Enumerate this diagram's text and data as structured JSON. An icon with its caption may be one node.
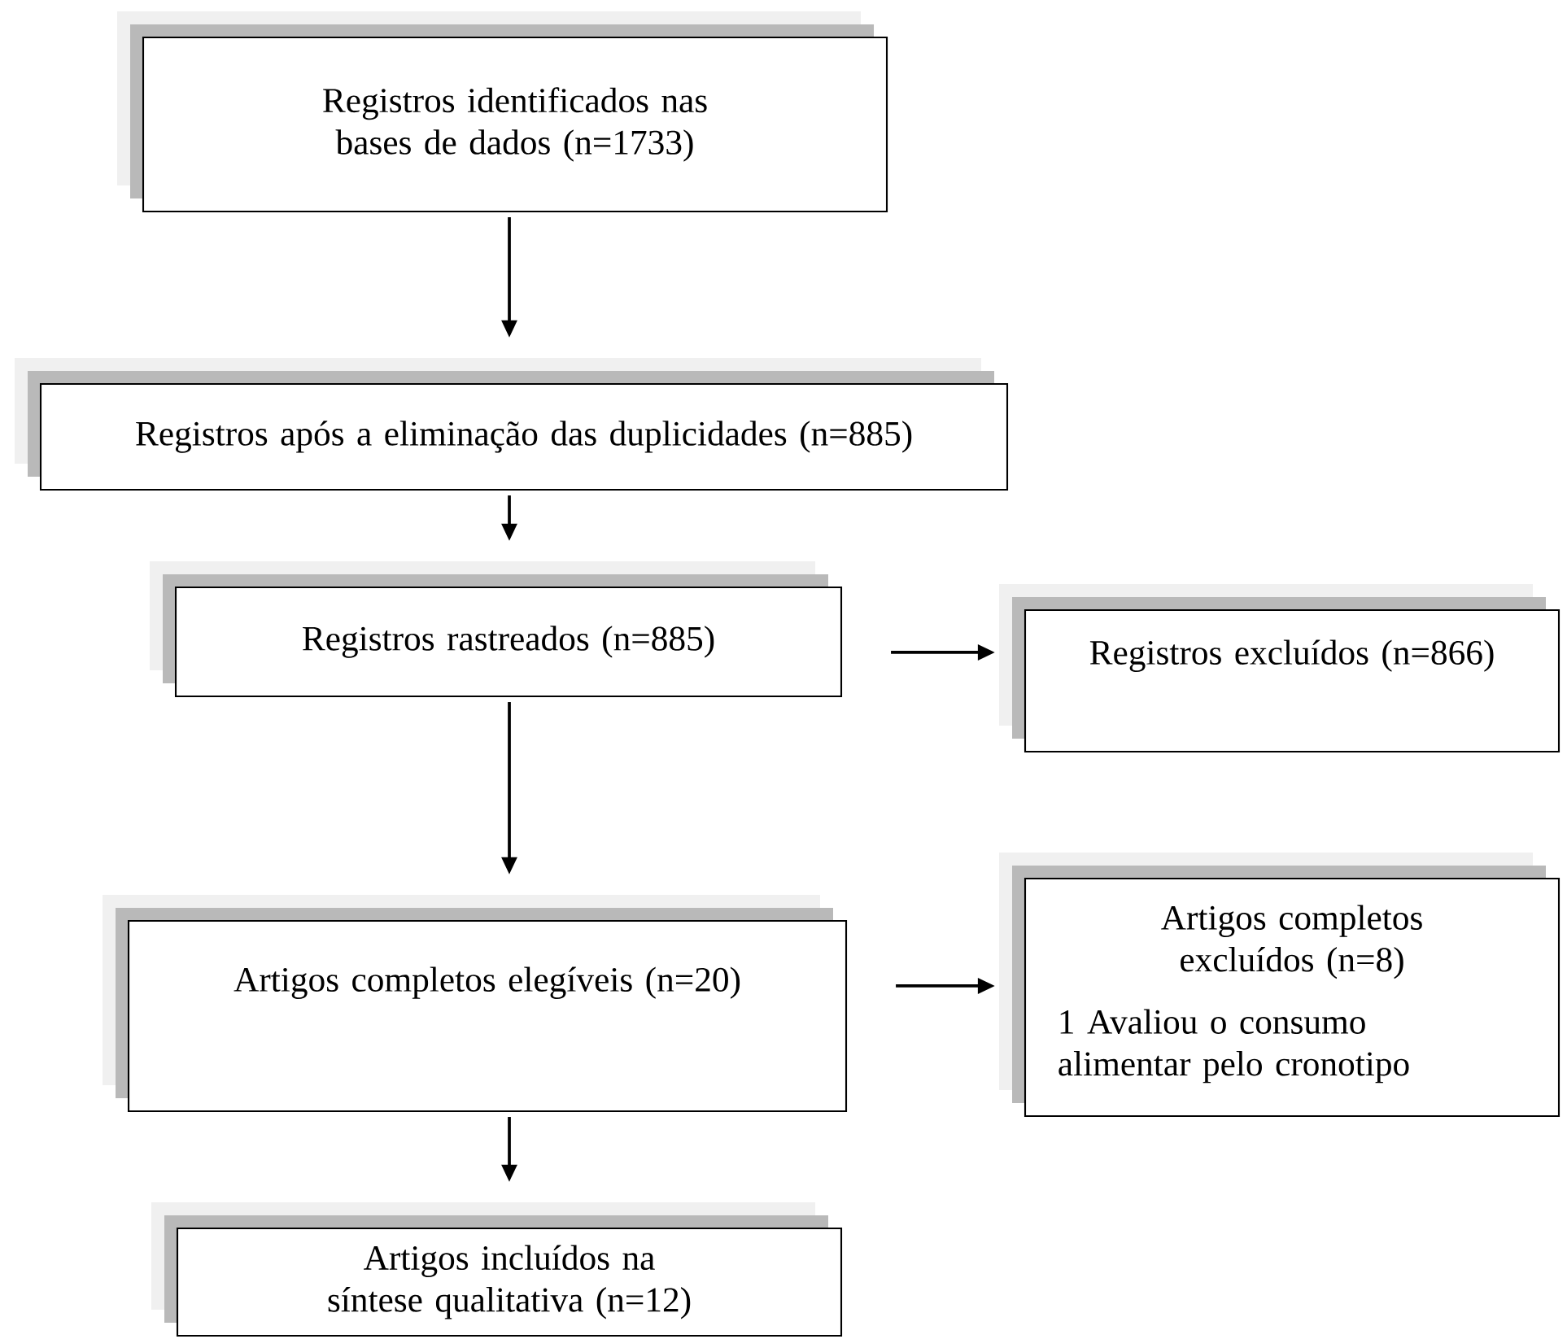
{
  "diagram": {
    "nodes": [
      {
        "text": [
          "Registros identificados nas bases de dados (n=1733)"
        ]
      },
      {
        "text": [
          "Registros após a eliminação das duplicidades (n=885)"
        ]
      },
      {
        "text": [
          "Registros rastreados (n=885)"
        ]
      },
      {
        "text": [
          "Registros excluídos (n=866)"
        ]
      },
      {
        "text": [
          "Artigos completos elegíveis (n=20)"
        ]
      },
      {
        "text": [
          "Artigos completos excluídos (n=8)",
          "1 Avaliou o consumo alimentar pelo cronotipo"
        ]
      },
      {
        "text": [
          "Artigos incluídos na síntese qualitativa (n=12)"
        ]
      }
    ],
    "edges": [
      {
        "from": 0,
        "to": 1,
        "arrow": "to"
      },
      {
        "from": 1,
        "to": 2,
        "arrow": "to"
      },
      {
        "from": 2,
        "to": 3,
        "arrow": "to"
      },
      {
        "from": 2,
        "to": 4,
        "arrow": "to"
      },
      {
        "from": 4,
        "to": 5,
        "arrow": "to"
      },
      {
        "from": 4,
        "to": 6,
        "arrow": "to"
      }
    ]
  }
}
